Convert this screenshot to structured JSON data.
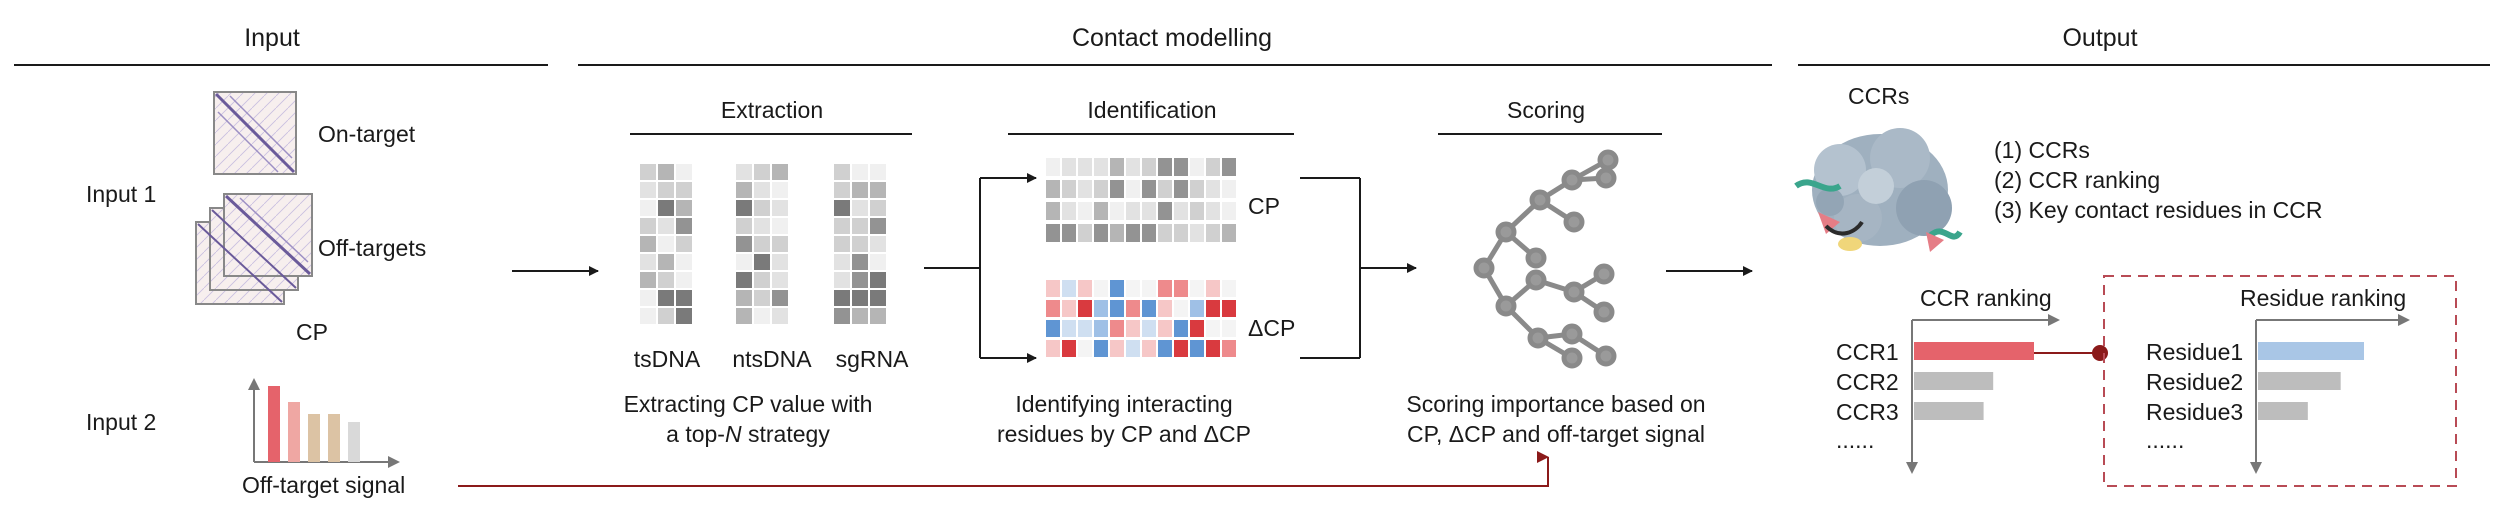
{
  "sections": {
    "input": "Input",
    "contact_modelling": "Contact modelling",
    "output": "Output"
  },
  "input": {
    "input1": "Input 1",
    "on_target": "On-target",
    "off_targets": "Off-targets",
    "cp": "CP",
    "input2": "Input 2",
    "off_target_signal": "Off-target signal"
  },
  "extraction": {
    "title": "Extraction",
    "cols": [
      "tsDNA",
      "ntsDNA",
      "sgRNA"
    ],
    "caption_line1": "Extracting CP value with",
    "caption_line2_prefix": "a top-",
    "caption_line2_italic": "N",
    "caption_line2_suffix": " strategy"
  },
  "identification": {
    "title": "Identification",
    "cp": "CP",
    "delta_cp": "ΔCP",
    "caption_line1": "Identifying interacting",
    "caption_line2": "residues by CP and ΔCP"
  },
  "scoring": {
    "title": "Scoring",
    "caption_line1": "Scoring importance based on",
    "caption_line2": "CP, ΔCP and off-target signal"
  },
  "output": {
    "ccrs": "CCRs",
    "list": [
      "(1) CCRs",
      "(2) CCR ranking",
      "(3) Key contact residues in CCR"
    ],
    "ccr_ranking": {
      "title": "CCR ranking",
      "items": [
        "CCR1",
        "CCR2",
        "CCR3",
        "......"
      ],
      "values": [
        1.0,
        0.66,
        0.58
      ]
    },
    "residue_ranking": {
      "title": "Residue ranking",
      "items": [
        "Residue1",
        "Residue2",
        "Residue3",
        "......"
      ],
      "values": [
        1.0,
        0.78,
        0.47
      ]
    }
  },
  "colors": {
    "accent_red": "#8b1a1a",
    "bar_red": "#e5636b",
    "bar_blue": "#a9c6e6",
    "bar_gray": "#bdbdbd",
    "matrix_purple": "#6a5a9a",
    "dashed_box": "#b84b55"
  }
}
